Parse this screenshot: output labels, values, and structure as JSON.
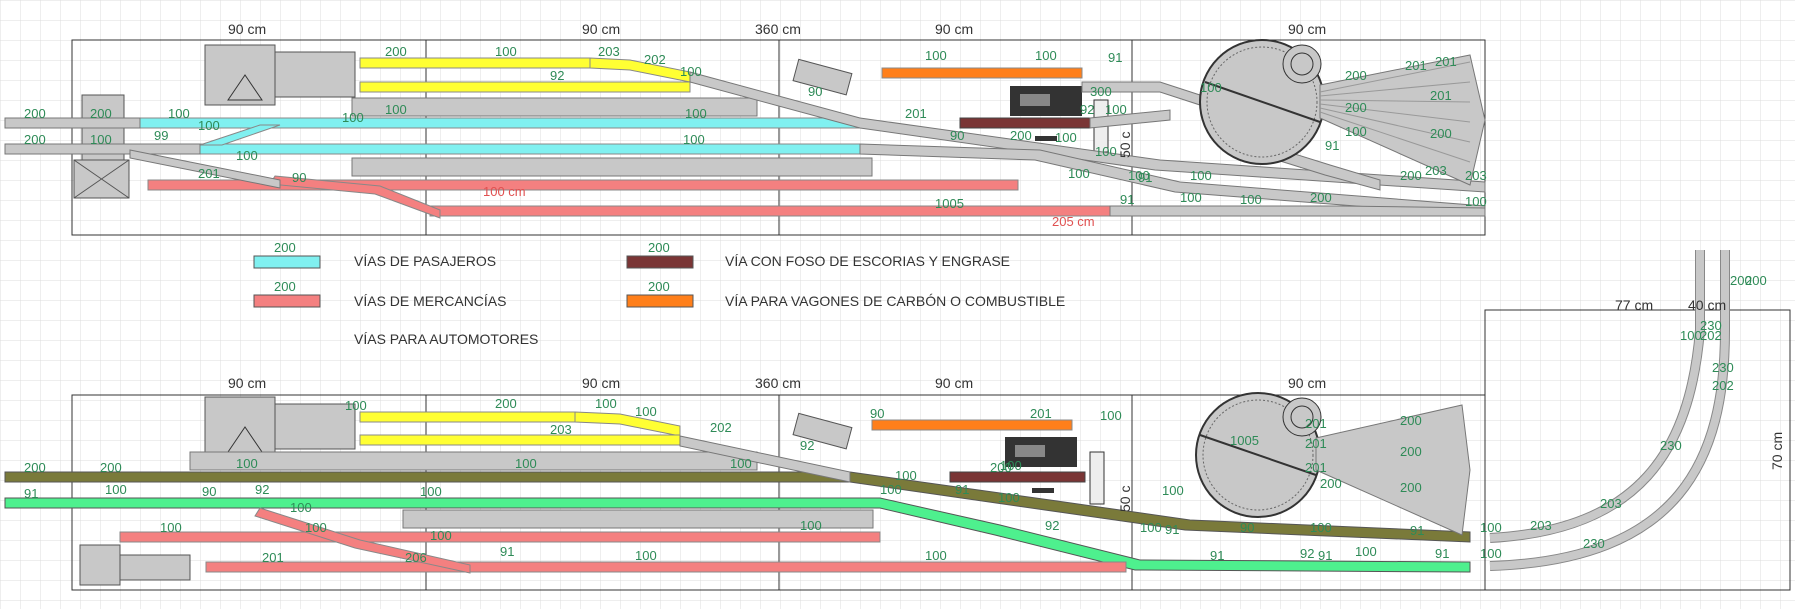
{
  "palette": {
    "grid": "#d8d8d8",
    "grid_major": "#bdbdbd",
    "track_gray": "#c8c8c8",
    "track_dark": "#555555",
    "passenger": "#80f0f0",
    "freight": "#f48080",
    "yellow": "#ffff33",
    "orange": "#ff7f1a",
    "slag": "#7a3535",
    "olive": "#7a7a3a",
    "green": "#4ef08e",
    "label_green": "#2e8b57"
  },
  "top_plan": {
    "dims": {
      "left": "90 cm",
      "mid": "90 cm",
      "total": "360 cm",
      "right1": "90 cm",
      "right2": "90 cm",
      "height": "50 c"
    },
    "labels": [
      "200",
      "200",
      "200",
      "100",
      "100",
      "99",
      "100",
      "201",
      "90",
      "100",
      "100",
      "100",
      "100",
      "100",
      "200",
      "100",
      "203",
      "202",
      "92",
      "100",
      "90",
      "201",
      "100",
      "100",
      "91",
      "100",
      "92",
      "200",
      "100",
      "100",
      "90",
      "100",
      "91",
      "100",
      "91",
      "100",
      "100",
      "200",
      "200",
      "201",
      "201",
      "200",
      "201",
      "200",
      "200",
      "100",
      "91",
      "203",
      "203",
      "100",
      "1005",
      "100",
      "100",
      "300"
    ],
    "red_labels": [
      "100 cm",
      "205 cm"
    ]
  },
  "legend": {
    "passenger": {
      "code": "200",
      "text": "VÍAS DE PASAJEROS"
    },
    "freight": {
      "code": "200",
      "text": "VÍAS DE MERCANCÍAS"
    },
    "automotores": {
      "text": "VÍAS PARA AUTOMOTORES"
    },
    "slag": {
      "code": "200",
      "text": "VÍA CON FOSO DE ESCORIAS Y ENGRASE"
    },
    "coal": {
      "code": "200",
      "text": "VÍA PARA VAGONES DE CARBÓN O COMBUSTIBLE"
    }
  },
  "bottom_plan": {
    "dims": {
      "left": "90 cm",
      "mid": "90 cm",
      "total": "360 cm",
      "right1": "90 cm",
      "right2": "90 cm",
      "height": "50 c",
      "ext_w1": "77 cm",
      "ext_w2": "40 cm",
      "ext_h": "70 cm"
    },
    "labels": [
      "200",
      "200",
      "91",
      "100",
      "90",
      "92",
      "100",
      "100",
      "100",
      "100",
      "100",
      "100",
      "100",
      "200",
      "100",
      "100",
      "203",
      "202",
      "92",
      "100",
      "90",
      "201",
      "200",
      "100",
      "100",
      "91",
      "100",
      "92",
      "100",
      "91",
      "90",
      "100",
      "91",
      "91",
      "92",
      "100",
      "91",
      "100",
      "100",
      "203",
      "203",
      "230",
      "230",
      "230",
      "100",
      "202",
      "202",
      "230",
      "200",
      "200",
      "1005",
      "201",
      "201",
      "201",
      "200",
      "200",
      "200",
      "200",
      "100",
      "100",
      "91",
      "201",
      "206",
      "100",
      "91",
      "100",
      "100",
      "100",
      "100"
    ]
  }
}
